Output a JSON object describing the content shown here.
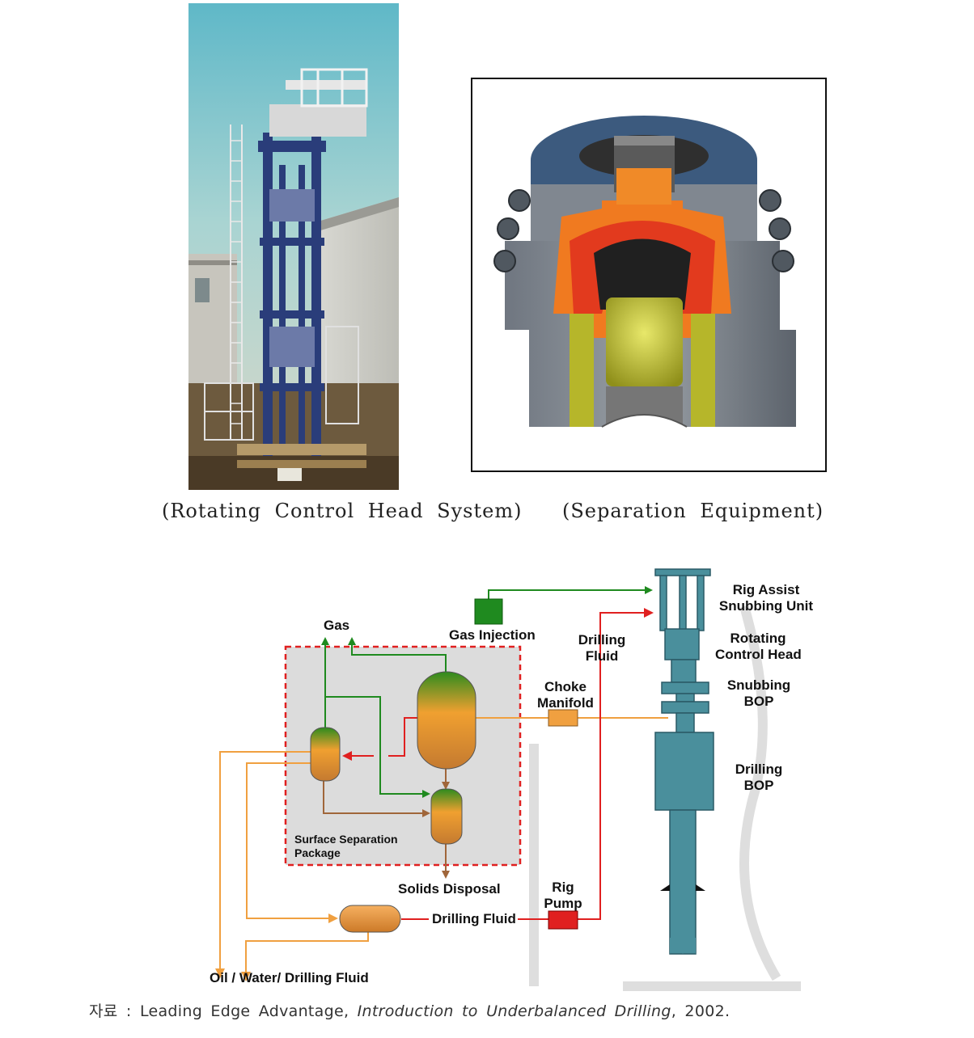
{
  "figures": {
    "left_caption": "(Rotating Control Head System)",
    "right_caption": "(Separation Equipment)"
  },
  "diagram": {
    "labels": {
      "gas": "Gas",
      "gas_injection": "Gas Injection",
      "drilling_fluid_top_1": "Drilling",
      "drilling_fluid_top_2": "Fluid",
      "choke_manifold_1": "Choke",
      "choke_manifold_2": "Manifold",
      "rig_assist_1": "Rig Assist",
      "rig_assist_2": "Snubbing Unit",
      "rotating_control_1": "Rotating",
      "rotating_control_2": "Control Head",
      "snubbing_bop_1": "Snubbing",
      "snubbing_bop_2": "BOP",
      "drilling_bop_1": "Drilling",
      "drilling_bop_2": "BOP",
      "surface_sep_1": "Surface Separation",
      "surface_sep_2": "Package",
      "solids_disposal": "Solids Disposal",
      "rig_pump_1": "Rig",
      "rig_pump_2": "Pump",
      "drilling_fluid_bottom": "Drilling Fluid",
      "oil_water": "Oil / Water/ Drilling Fluid"
    },
    "colors": {
      "gas_line": "#1f8a1f",
      "oil_line": "#f0a040",
      "fluid_line": "#e02020",
      "solids_line": "#a0663a",
      "wellhead": "#4a8f9c",
      "package_border": "#e02020",
      "package_fill": "#dcdcdc"
    }
  },
  "source": {
    "prefix": "자료 : Leading Edge Advantage, ",
    "title": "Introduction to Underbalanced Drilling",
    "suffix": ", 2002."
  }
}
